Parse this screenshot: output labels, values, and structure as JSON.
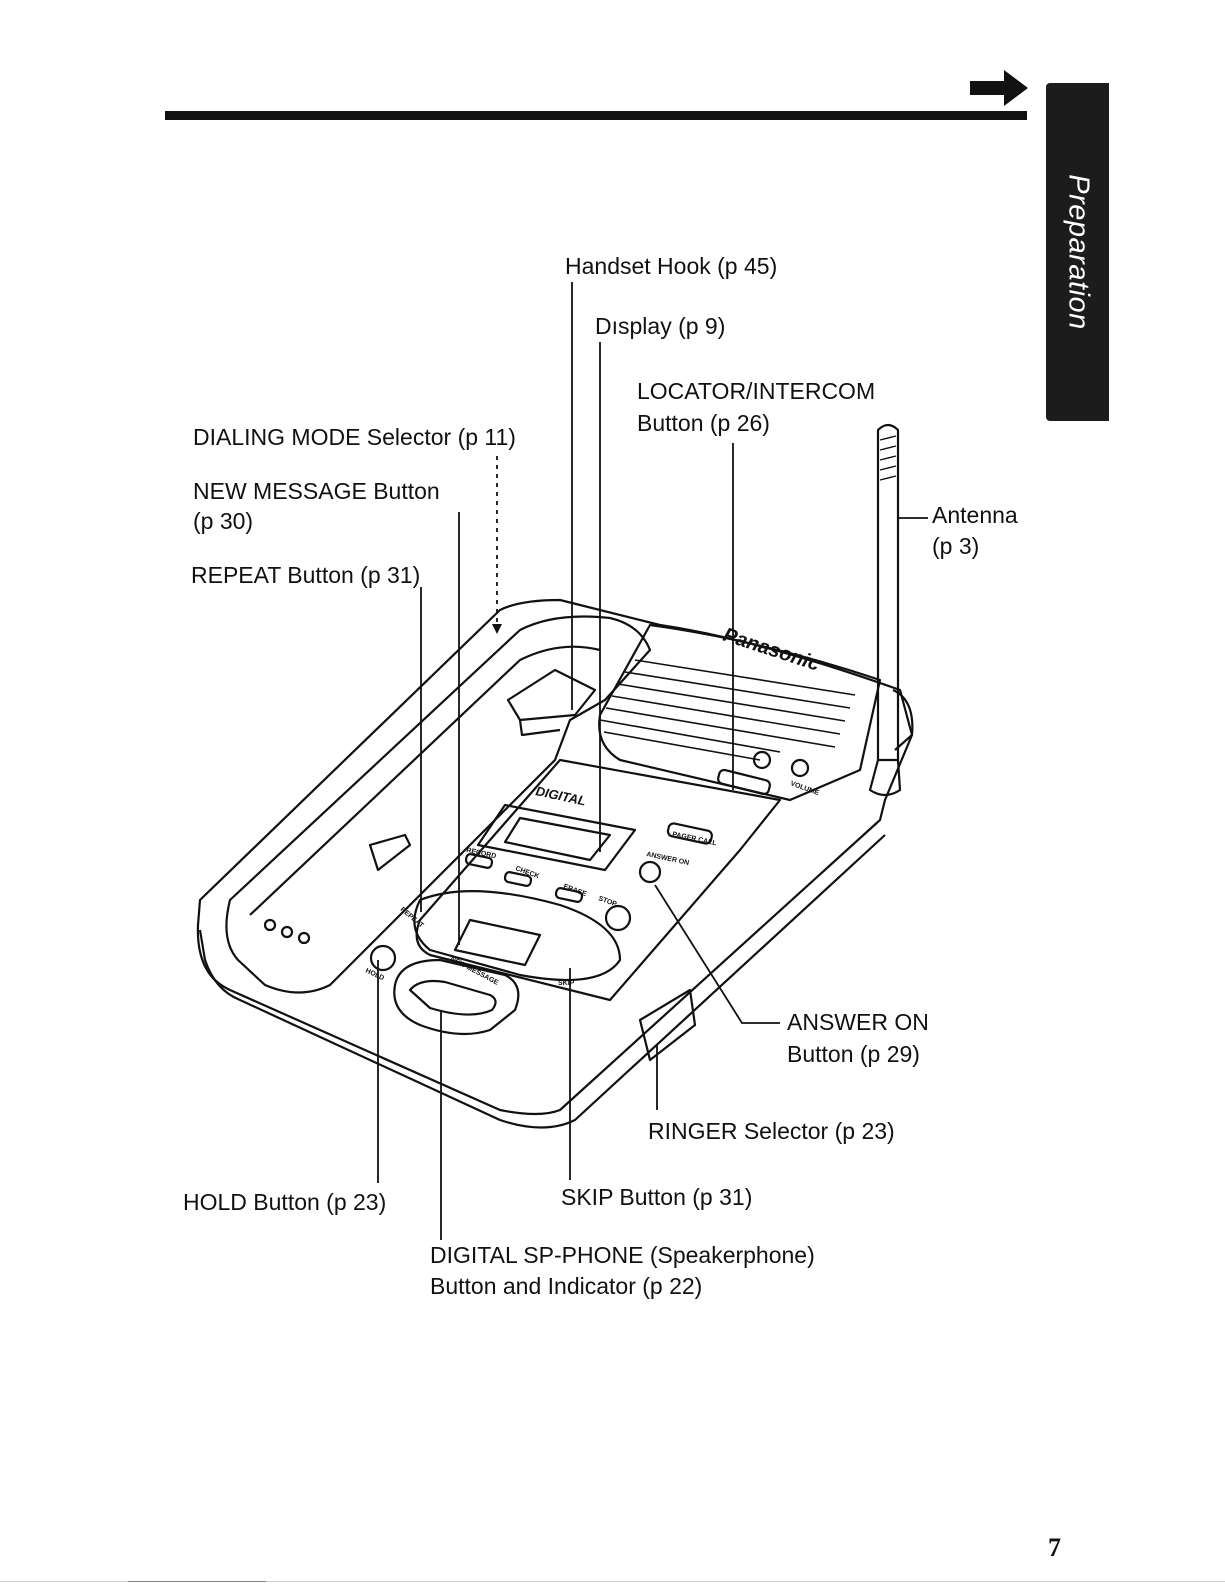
{
  "side_tab": {
    "label": "Preparation"
  },
  "page_number": "7",
  "callouts": {
    "handset_hook": "Handset Hook (p 45)",
    "display": "Dısplay (p 9)",
    "locator_line1": "LOCATOR/INTERCOM",
    "locator_line2": "Button (p 26)",
    "dialing_mode": "DIALING MODE Selector (p 11)",
    "new_message_line1": "NEW MESSAGE Button",
    "new_message_line2": "(p 30)",
    "repeat": "REPEAT Button (p 31)",
    "antenna_line1": "Antenna",
    "antenna_line2": "(p 3)",
    "answer_on_line1": "ANSWER ON",
    "answer_on_line2": "Button (p 29)",
    "ringer": "RINGER Selector (p 23)",
    "hold": "HOLD Button (p 23)",
    "skip": "SKIP Button (p 31)",
    "digital_line1": "DIGITAL SP-PHONE (Speakerphone)",
    "digital_line2": "Button and Indicator (p 22)"
  },
  "device_labels": {
    "brand": "Panasonic",
    "pager_call": "PAGER CALL",
    "answer_on": "ANSWER ON",
    "new_message": "NEW MESSAGE",
    "repeat": "REPEAT",
    "skip": "SKIP",
    "hold": "HOLD",
    "erase": "ERASE",
    "stop": "STOP",
    "record": "RECORD",
    "check": "CHECK",
    "volume": "VOLUME",
    "digital": "DIGITAL"
  }
}
